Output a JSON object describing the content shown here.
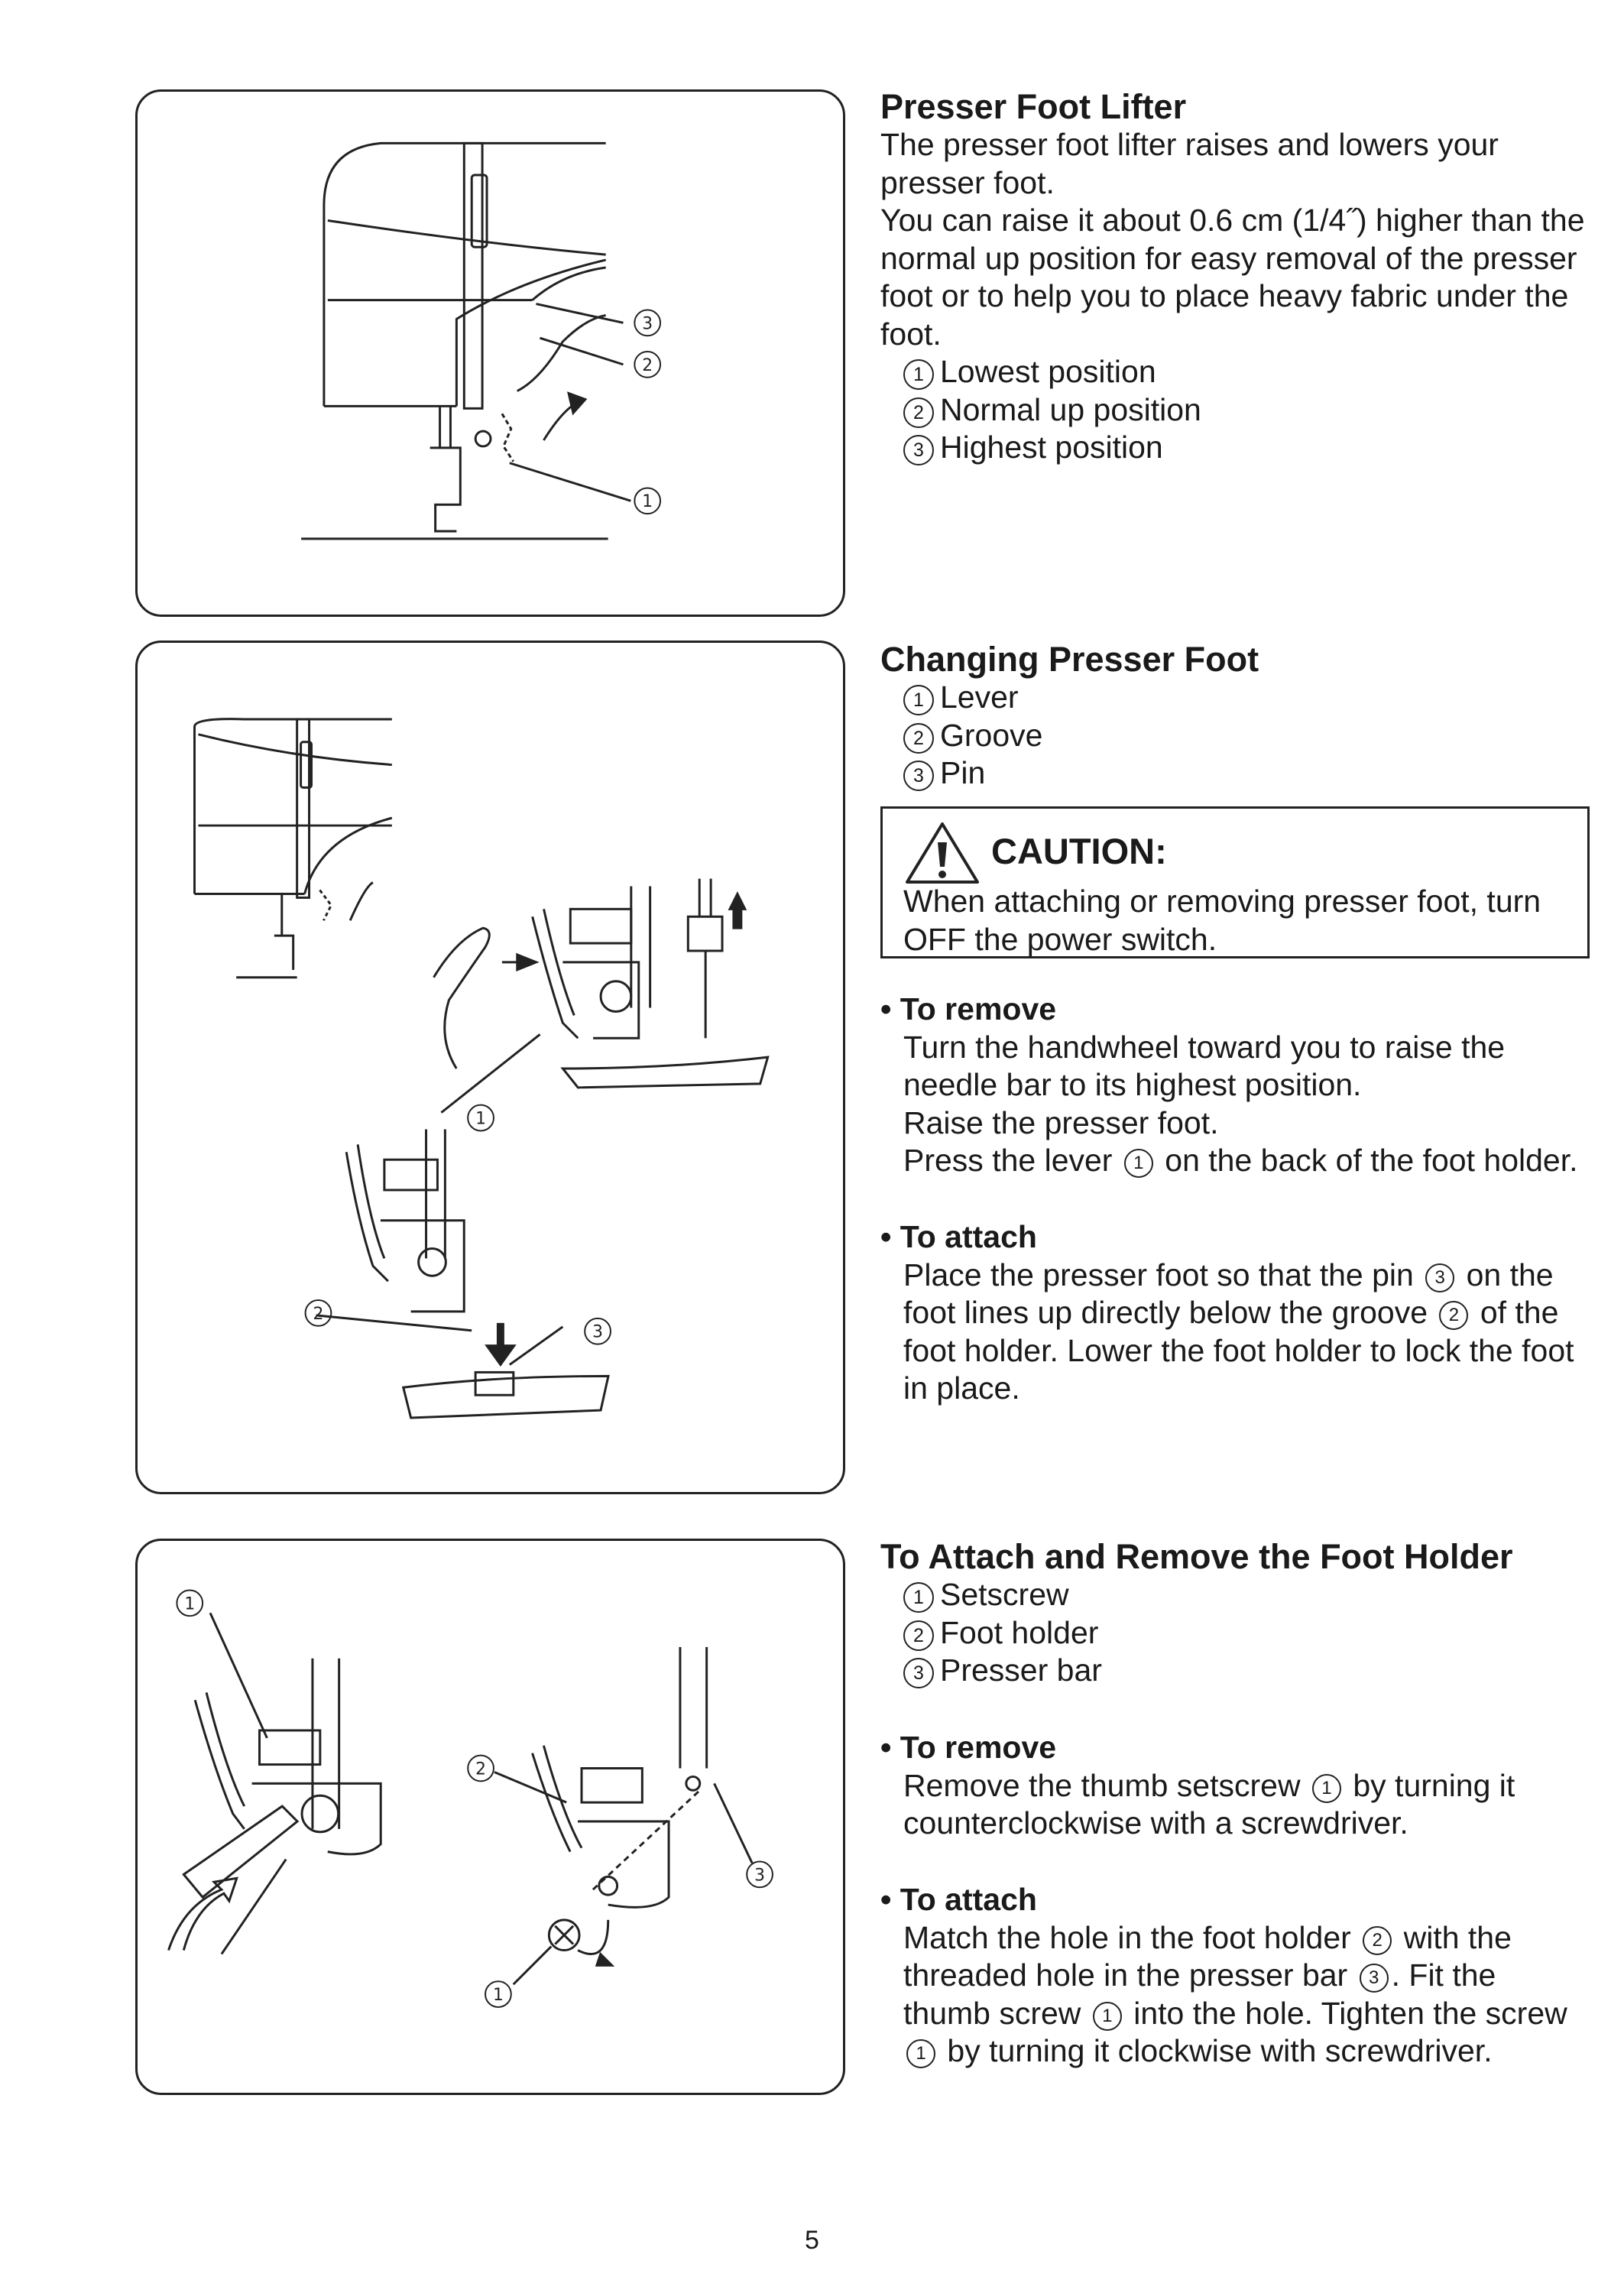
{
  "sections": [
    {
      "title": "Presser Foot Lifter",
      "paragraphs": [
        "The presser foot lifter raises and lowers your presser foot.",
        "You can raise it about 0.6 cm (1/4˝) higher than the normal up position for easy removal of the presser foot or to help you to place heavy fabric under the foot."
      ],
      "items": [
        {
          "num": "1",
          "label": "Lowest position"
        },
        {
          "num": "2",
          "label": "Normal up position"
        },
        {
          "num": "3",
          "label": "Highest position"
        }
      ]
    },
    {
      "title": "Changing Presser Foot",
      "items": [
        {
          "num": "1",
          "label": "Lever"
        },
        {
          "num": "2",
          "label": "Groove"
        },
        {
          "num": "3",
          "label": "Pin"
        }
      ],
      "caution": {
        "title": "CAUTION:",
        "text": "When attaching or removing presser foot, turn OFF the power switch."
      },
      "remove": {
        "heading": "• To remove",
        "line1": "Turn the handwheel toward you to raise the",
        "line2": "needle bar to its highest position.",
        "line3": "Raise the presser foot.",
        "line4a": "Press the lever",
        "line4num": "1",
        "line4b": "on the back of the foot holder."
      },
      "attach": {
        "heading": "• To attach",
        "line1a": "Place the presser foot so that the pin",
        "line1num": "3",
        "line1b": "on the",
        "line2a": "foot lines up directly below the groove",
        "line2num": "2",
        "line2b": "of the",
        "line3": "foot holder. Lower the foot holder to lock the foot",
        "line4": "in place."
      }
    },
    {
      "title": "To Attach and Remove the Foot Holder",
      "items": [
        {
          "num": "1",
          "label": "Setscrew"
        },
        {
          "num": "2",
          "label": "Foot holder"
        },
        {
          "num": "3",
          "label": "Presser bar"
        }
      ],
      "remove": {
        "heading": "• To remove",
        "line1a": "Remove the thumb setscrew",
        "line1num": "1",
        "line1b": "by turning it",
        "line2": "counterclockwise with a screwdriver."
      },
      "attach": {
        "heading": "• To attach",
        "line1a": "Match the hole in the foot holder",
        "line1num": "2",
        "line1b": "with the",
        "line2a": "threaded hole in the presser bar",
        "line2num": "3",
        "line2b": ". Fit the",
        "line3a": "thumb screw",
        "line3num": "1",
        "line3b": "into the hole. Tighten the screw",
        "line4num": "1",
        "line4b": "by turning it clockwise with screwdriver."
      }
    }
  ],
  "figure_labels": {
    "fig1": [
      "3",
      "2",
      "1"
    ],
    "fig2": [
      "1",
      "2",
      "3"
    ],
    "fig3": [
      "1",
      "2",
      "3",
      "1"
    ]
  },
  "page_number": "5"
}
